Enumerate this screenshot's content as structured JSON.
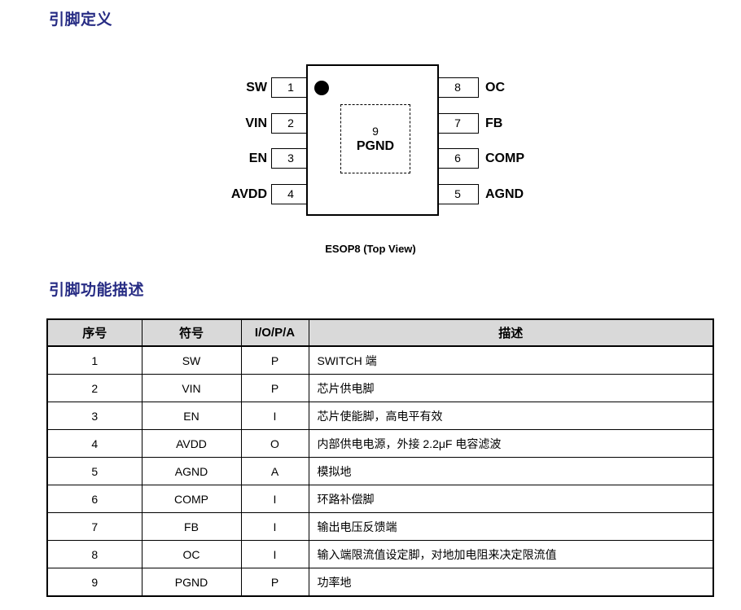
{
  "sections": {
    "pin_definition_title": "引脚定义",
    "pin_function_title": "引脚功能描述"
  },
  "package": {
    "caption": "ESOP8 (Top View)",
    "exposed_pad": {
      "number": "9",
      "label": "PGND"
    },
    "left_pins": [
      {
        "number": "1",
        "name": "SW"
      },
      {
        "number": "2",
        "name": "VIN"
      },
      {
        "number": "3",
        "name": "EN"
      },
      {
        "number": "4",
        "name": "AVDD"
      }
    ],
    "right_pins": [
      {
        "number": "8",
        "name": "OC"
      },
      {
        "number": "7",
        "name": "FB"
      },
      {
        "number": "6",
        "name": "COMP"
      },
      {
        "number": "5",
        "name": "AGND"
      }
    ]
  },
  "pin_table": {
    "headers": [
      "序号",
      "符号",
      "I/O/P/A",
      "描述"
    ],
    "rows": [
      {
        "num": "1",
        "symbol": "SW",
        "type": "P",
        "desc": "SWITCH 端"
      },
      {
        "num": "2",
        "symbol": "VIN",
        "type": "P",
        "desc": "芯片供电脚"
      },
      {
        "num": "3",
        "symbol": "EN",
        "type": "I",
        "desc": "芯片使能脚，高电平有效"
      },
      {
        "num": "4",
        "symbol": "AVDD",
        "type": "O",
        "desc": "内部供电电源，外接 2.2μF 电容滤波"
      },
      {
        "num": "5",
        "symbol": "AGND",
        "type": "A",
        "desc": "模拟地"
      },
      {
        "num": "6",
        "symbol": "COMP",
        "type": "I",
        "desc": "环路补偿脚"
      },
      {
        "num": "7",
        "symbol": "FB",
        "type": "I",
        "desc": "输出电压反馈端"
      },
      {
        "num": "8",
        "symbol": "OC",
        "type": "I",
        "desc": "输入端限流值设定脚，对地加电阻来决定限流值"
      },
      {
        "num": "9",
        "symbol": "PGND",
        "type": "P",
        "desc": "功率地"
      }
    ]
  },
  "colors": {
    "heading": "#272c84",
    "table_header_bg": "#d9d9d9",
    "line": "#000000"
  }
}
